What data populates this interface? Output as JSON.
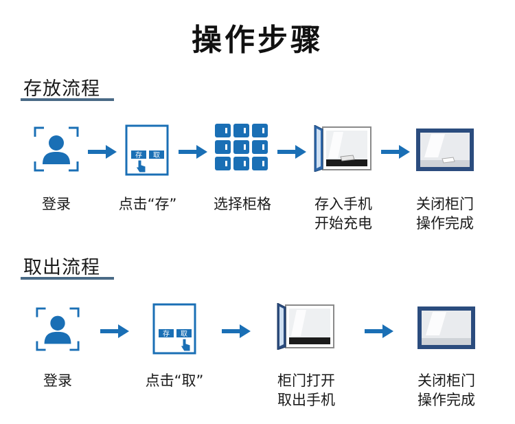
{
  "title": "操作步骤",
  "colors": {
    "blue": "#1a6fb5",
    "dark_blue": "#2b4c7e",
    "underline": "#4a6a86"
  },
  "sections": {
    "store": {
      "title": "存放流程",
      "steps": [
        {
          "icon": "user-face-scan-icon",
          "lines": [
            "登录"
          ]
        },
        {
          "icon": "touchscreen-store-icon",
          "screen_buttons": [
            "存",
            "取"
          ],
          "lines": [
            "点击“存”"
          ]
        },
        {
          "icon": "locker-grid-icon",
          "lines": [
            "选择柜格"
          ]
        },
        {
          "icon": "locker-open-phone-icon",
          "lines": [
            "存入手机",
            "开始充电"
          ]
        },
        {
          "icon": "locker-closed-icon",
          "lines": [
            "关闭柜门",
            "操作完成"
          ]
        }
      ]
    },
    "retrieve": {
      "title": "取出流程",
      "steps": [
        {
          "icon": "user-face-scan-icon",
          "lines": [
            "登录"
          ]
        },
        {
          "icon": "touchscreen-retrieve-icon",
          "screen_buttons": [
            "存",
            "取"
          ],
          "lines": [
            "点击“取”"
          ]
        },
        {
          "icon": "locker-open-empty-icon",
          "lines": [
            "柜门打开",
            "取出手机"
          ]
        },
        {
          "icon": "locker-closed-icon",
          "lines": [
            "关闭柜门",
            "操作完成"
          ]
        }
      ]
    }
  }
}
